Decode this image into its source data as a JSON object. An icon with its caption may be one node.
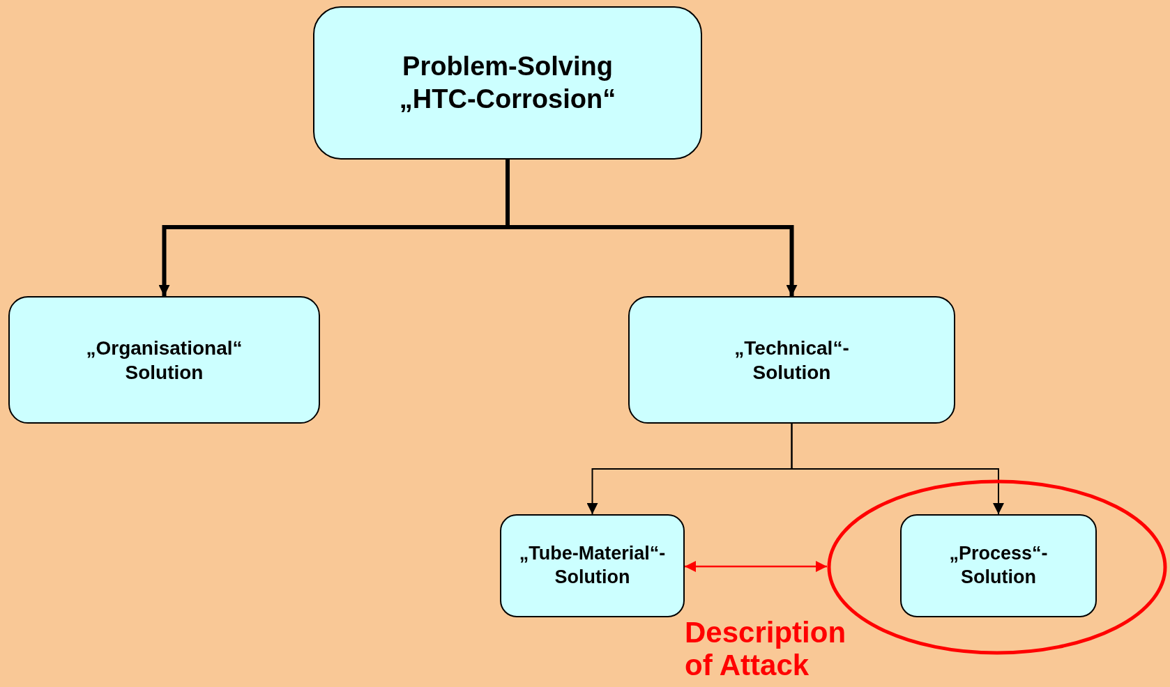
{
  "diagram": {
    "nodes": [
      {
        "text": [
          "Problem-Solving „HTC-Corrosion“"
        ]
      },
      {
        "text": [
          "„Organisational“ Solution"
        ]
      },
      {
        "text": [
          "„Technical“- Solution"
        ]
      },
      {
        "text": [
          "„Tube-Material“- Solution"
        ]
      },
      {
        "text": [],
        "shape": "ellipse"
      },
      {
        "text": [
          "„Process“- Solution"
        ],
        "in": 4
      }
    ],
    "edges": [
      {
        "from": 0,
        "to": 1,
        "arrow": "to",
        "style": "thick"
      },
      {
        "from": 0,
        "to": 2,
        "arrow": "to",
        "style": "thick"
      },
      {
        "from": 2,
        "to": 3,
        "arrow": "to"
      },
      {
        "from": 2,
        "to": 5,
        "arrow": "to"
      },
      {
        "from": 3,
        "to": 4,
        "arrow": "both",
        "color": "#ff0000"
      }
    ],
    "labels": [
      "Description of Attack"
    ]
  }
}
